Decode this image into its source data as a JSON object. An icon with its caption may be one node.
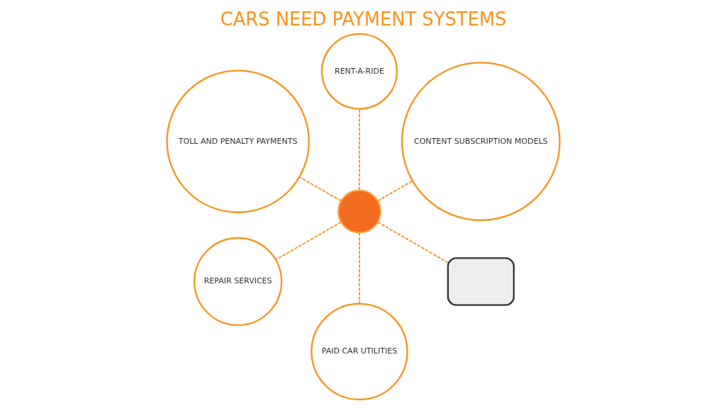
{
  "diagram": {
    "title": "CARS NEED PAYMENT SYSTEMS",
    "nodes": [
      {
        "text": [
          "CONTENT SUBSCRIPTION MODELS"
        ]
      },
      {
        "text": [
          "RENT-A-RIDE"
        ]
      },
      {
        "text": [
          "TOLL AND PENALTY PAYMENTS"
        ]
      },
      {
        "text": [],
        "shape": "circle"
      },
      {
        "text": [
          "REPAIR SERVICES"
        ]
      },
      {
        "text": [
          "PAID CAR UTILITIES"
        ]
      },
      {
        "text": [],
        "shape": "box"
      }
    ],
    "edges": [
      {
        "from": 3,
        "to": 0,
        "arrow": "none",
        "style": "dashed"
      },
      {
        "from": 3,
        "to": 1,
        "arrow": "none",
        "style": "dashed"
      },
      {
        "from": 3,
        "to": 2,
        "arrow": "none",
        "style": "dashed"
      },
      {
        "from": 3,
        "to": 4,
        "arrow": "none",
        "style": "dashed"
      },
      {
        "from": 3,
        "to": 5,
        "arrow": "none",
        "style": "dashed"
      },
      {
        "from": 3,
        "to": 6,
        "arrow": "none",
        "style": "dashed"
      }
    ]
  }
}
